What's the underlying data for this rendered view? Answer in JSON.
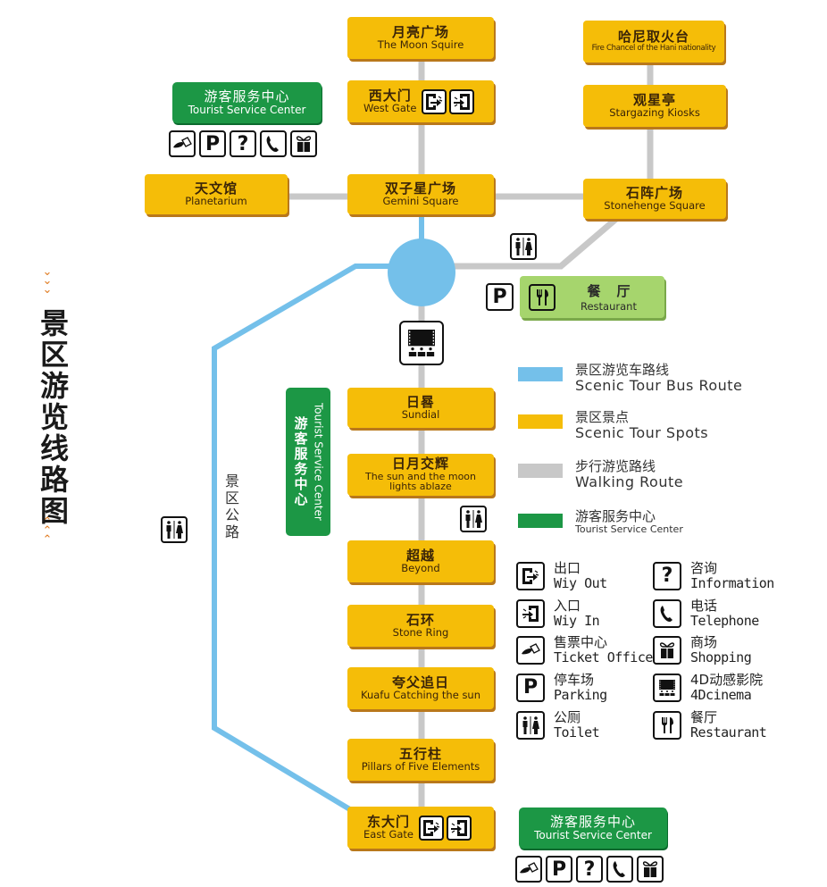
{
  "title": {
    "text": "景区游览线路图"
  },
  "colors": {
    "bus_route": "#74c0ea",
    "spot": "#f5bd08",
    "walking": "#c8c8c8",
    "service": "#1c9745",
    "restaurant": "#a6d56d",
    "chevron": "#e07b20"
  },
  "spots": {
    "moon": {
      "zh": "月亮广场",
      "en": "The Moon Squire"
    },
    "west_gate": {
      "zh": "西大门",
      "en": "West Gate"
    },
    "hani_fire": {
      "zh": "哈尼取火台",
      "en": "Fire Chancel of the Hani nationality"
    },
    "stargazing": {
      "zh": "观星亭",
      "en": "Stargazing Kiosks"
    },
    "planetarium": {
      "zh": "天文馆",
      "en": "Planetarium"
    },
    "gemini": {
      "zh": "双子星广场",
      "en": "Gemini Square"
    },
    "stonehenge": {
      "zh": "石阵广场",
      "en": "Stonehenge Square"
    },
    "sundial": {
      "zh": "日晷",
      "en": "Sundial"
    },
    "sun_moon": {
      "zh": "日月交辉",
      "en_line1": "The sun and the moon",
      "en_line2": "lights ablaze"
    },
    "beyond": {
      "zh": "超越",
      "en": "Beyond"
    },
    "stone_ring": {
      "zh": "石环",
      "en": "Stone Ring"
    },
    "kuafu": {
      "zh": "夸父追日",
      "en": "Kuafu Catching the sun"
    },
    "pillars": {
      "zh": "五行柱",
      "en": "Pillars of Five Elements"
    },
    "east_gate": {
      "zh": "东大门",
      "en": "East Gate"
    }
  },
  "service_centers": {
    "top": {
      "zh": "游客服务中心",
      "en": "Tourist Service Center"
    },
    "middle": {
      "zh": "游客服务中心",
      "en": "Tourist Service Center"
    },
    "bottom": {
      "zh": "游客服务中心",
      "en": "Tourist Service Center"
    }
  },
  "service_icons": [
    "ticket-icon",
    "parking-icon",
    "information-icon",
    "telephone-icon",
    "shopping-icon"
  ],
  "restaurant": {
    "zh": "餐厅",
    "en": "Restaurant"
  },
  "road_label": "景区公路",
  "legend": [
    {
      "zh": "景区游览车路线",
      "en": "Scenic Tour Bus Route",
      "color": "#74c0ea"
    },
    {
      "zh": "景区景点",
      "en": "Scenic Tour Spots",
      "color": "#f5bd08"
    },
    {
      "zh": "步行游览路线",
      "en": "Walking Route",
      "color": "#c8c8c8"
    },
    {
      "zh": "游客服务中心",
      "en": "Tourist Service Center",
      "color": "#1c9745"
    }
  ],
  "icon_key": {
    "left": [
      {
        "icon": "exit-icon",
        "zh": "出口",
        "en": "Wiy Out"
      },
      {
        "icon": "entrance-icon",
        "zh": "入口",
        "en": "Wiy In"
      },
      {
        "icon": "ticket-icon",
        "zh": "售票中心",
        "en": "Ticket Office"
      },
      {
        "icon": "parking-icon",
        "zh": "停车场",
        "en": "Parking"
      },
      {
        "icon": "toilet-icon",
        "zh": "公厕",
        "en": "Toilet"
      }
    ],
    "right": [
      {
        "icon": "information-icon",
        "zh": "咨询",
        "en": "Information"
      },
      {
        "icon": "telephone-icon",
        "zh": "电话",
        "en": "Telephone"
      },
      {
        "icon": "shopping-icon",
        "zh": "商场",
        "en": "Shopping"
      },
      {
        "icon": "cinema-icon",
        "zh": "4D动感影院",
        "en": "4Dcinema"
      },
      {
        "icon": "restaurant-icon",
        "zh": "餐厅",
        "en": "Restaurant"
      }
    ]
  }
}
